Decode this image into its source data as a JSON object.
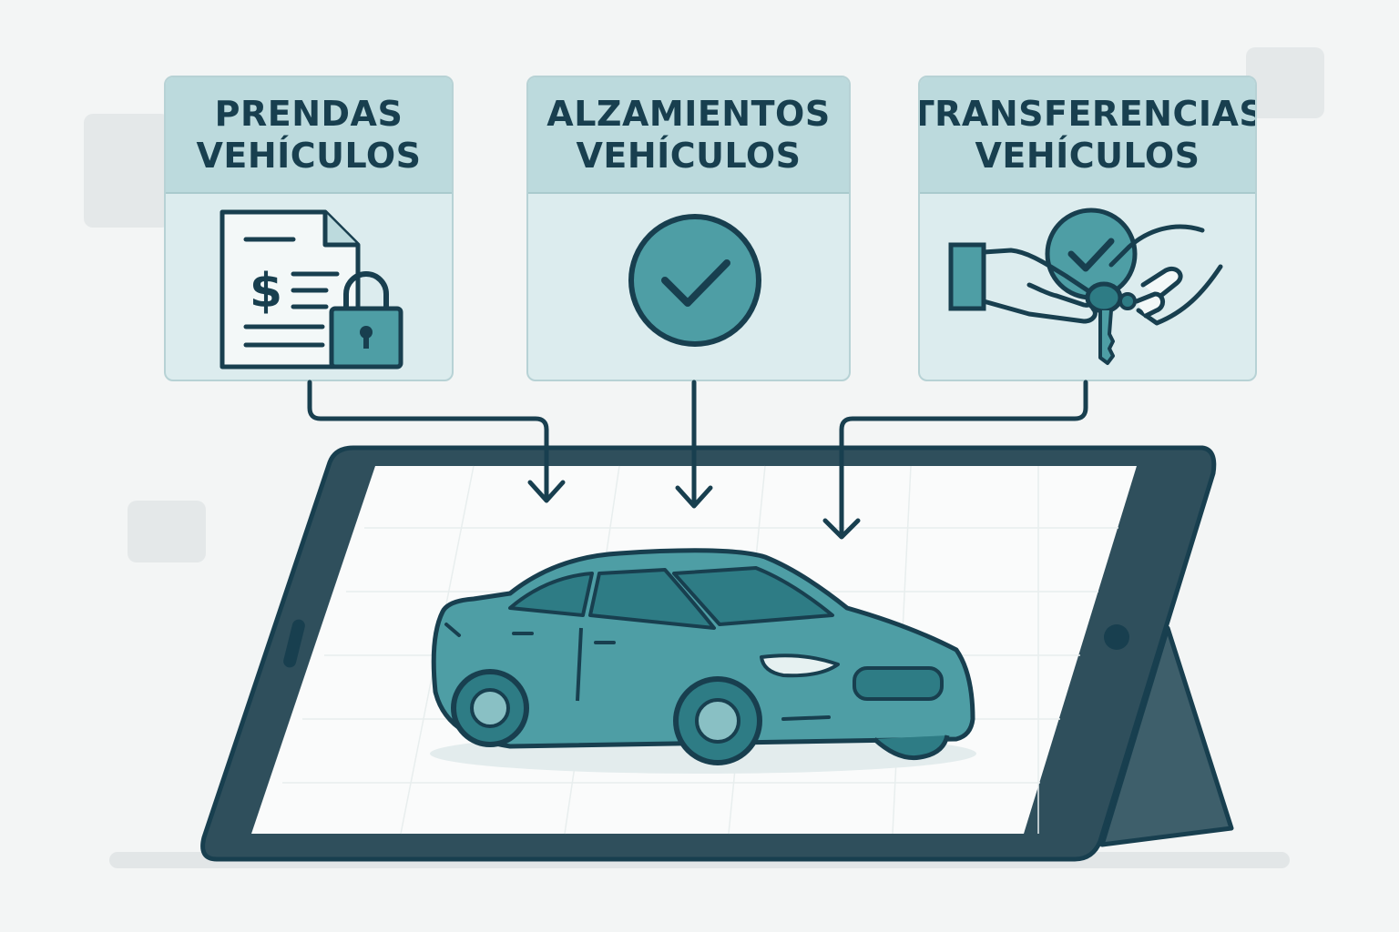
{
  "services": [
    {
      "id": "prendas",
      "title_line1": "PRENDAS",
      "title_line2": "VEHÍCULOS",
      "icon": "document-dollar-lock-icon"
    },
    {
      "id": "alzamientos",
      "title_line1": "ALZAMIENTOS",
      "title_line2": "VEHÍCULOS",
      "icon": "check-circle-icon"
    },
    {
      "id": "transferencias",
      "title_line1": "TRANSFERENCIAS",
      "title_line2": "VEHÍCULOS",
      "icon": "handshake-key-check-icon"
    }
  ],
  "center": {
    "device": "tablet-on-stand",
    "subject": "car-icon"
  },
  "colors": {
    "background": "#f3f5f5",
    "card_header": "#bcdadd",
    "card_body": "#dcecee",
    "ink": "#183f4f",
    "teal": "#4e9ea5",
    "teal_dark": "#2e7c85",
    "tablet_frame": "#2f4f5c",
    "screen": "#fafbfb"
  }
}
